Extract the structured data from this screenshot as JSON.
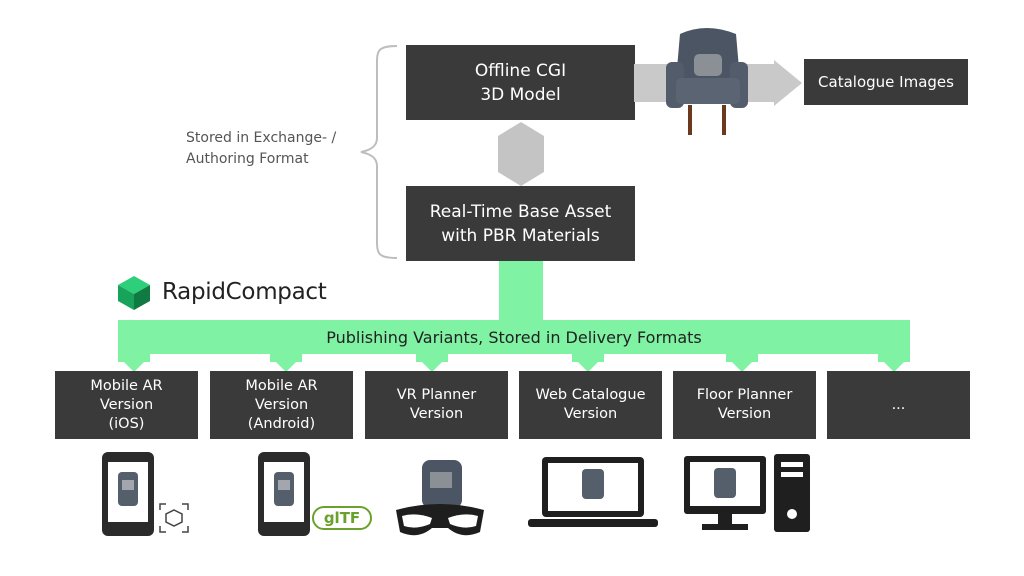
{
  "colors": {
    "box": "#3a3a3a",
    "accent": "#7ff2a3",
    "connector": "#c9c9c9",
    "text": "#ffffff"
  },
  "top": {
    "offline_cgi": "Offline CGI\n3D Model",
    "realtime_asset": "Real-Time Base Asset\nwith PBR Materials",
    "catalogue_images": "Catalogue Images",
    "stored_note": "Stored in Exchange- /\nAuthoring Format"
  },
  "brand": {
    "name": "RapidCompact",
    "icon": "cube-logo-icon"
  },
  "publishing": {
    "label": "Publishing Variants, Stored in Delivery Formats"
  },
  "variants": [
    {
      "label": "Mobile AR\nVersion\n(iOS)",
      "icon": "smartphone-icon"
    },
    {
      "label": "Mobile AR\nVersion\n(Android)",
      "icon": "smartphone-icon"
    },
    {
      "label": "VR Planner\nVersion",
      "icon": "vr-headset-icon"
    },
    {
      "label": "Web Catalogue\nVersion",
      "icon": "laptop-icon"
    },
    {
      "label": "Floor Planner\nVersion",
      "icon": "desktop-computer-icon"
    },
    {
      "label": "...",
      "icon": ""
    }
  ],
  "badges": {
    "gltf": "glTF",
    "ar": "ar-cube-icon"
  }
}
